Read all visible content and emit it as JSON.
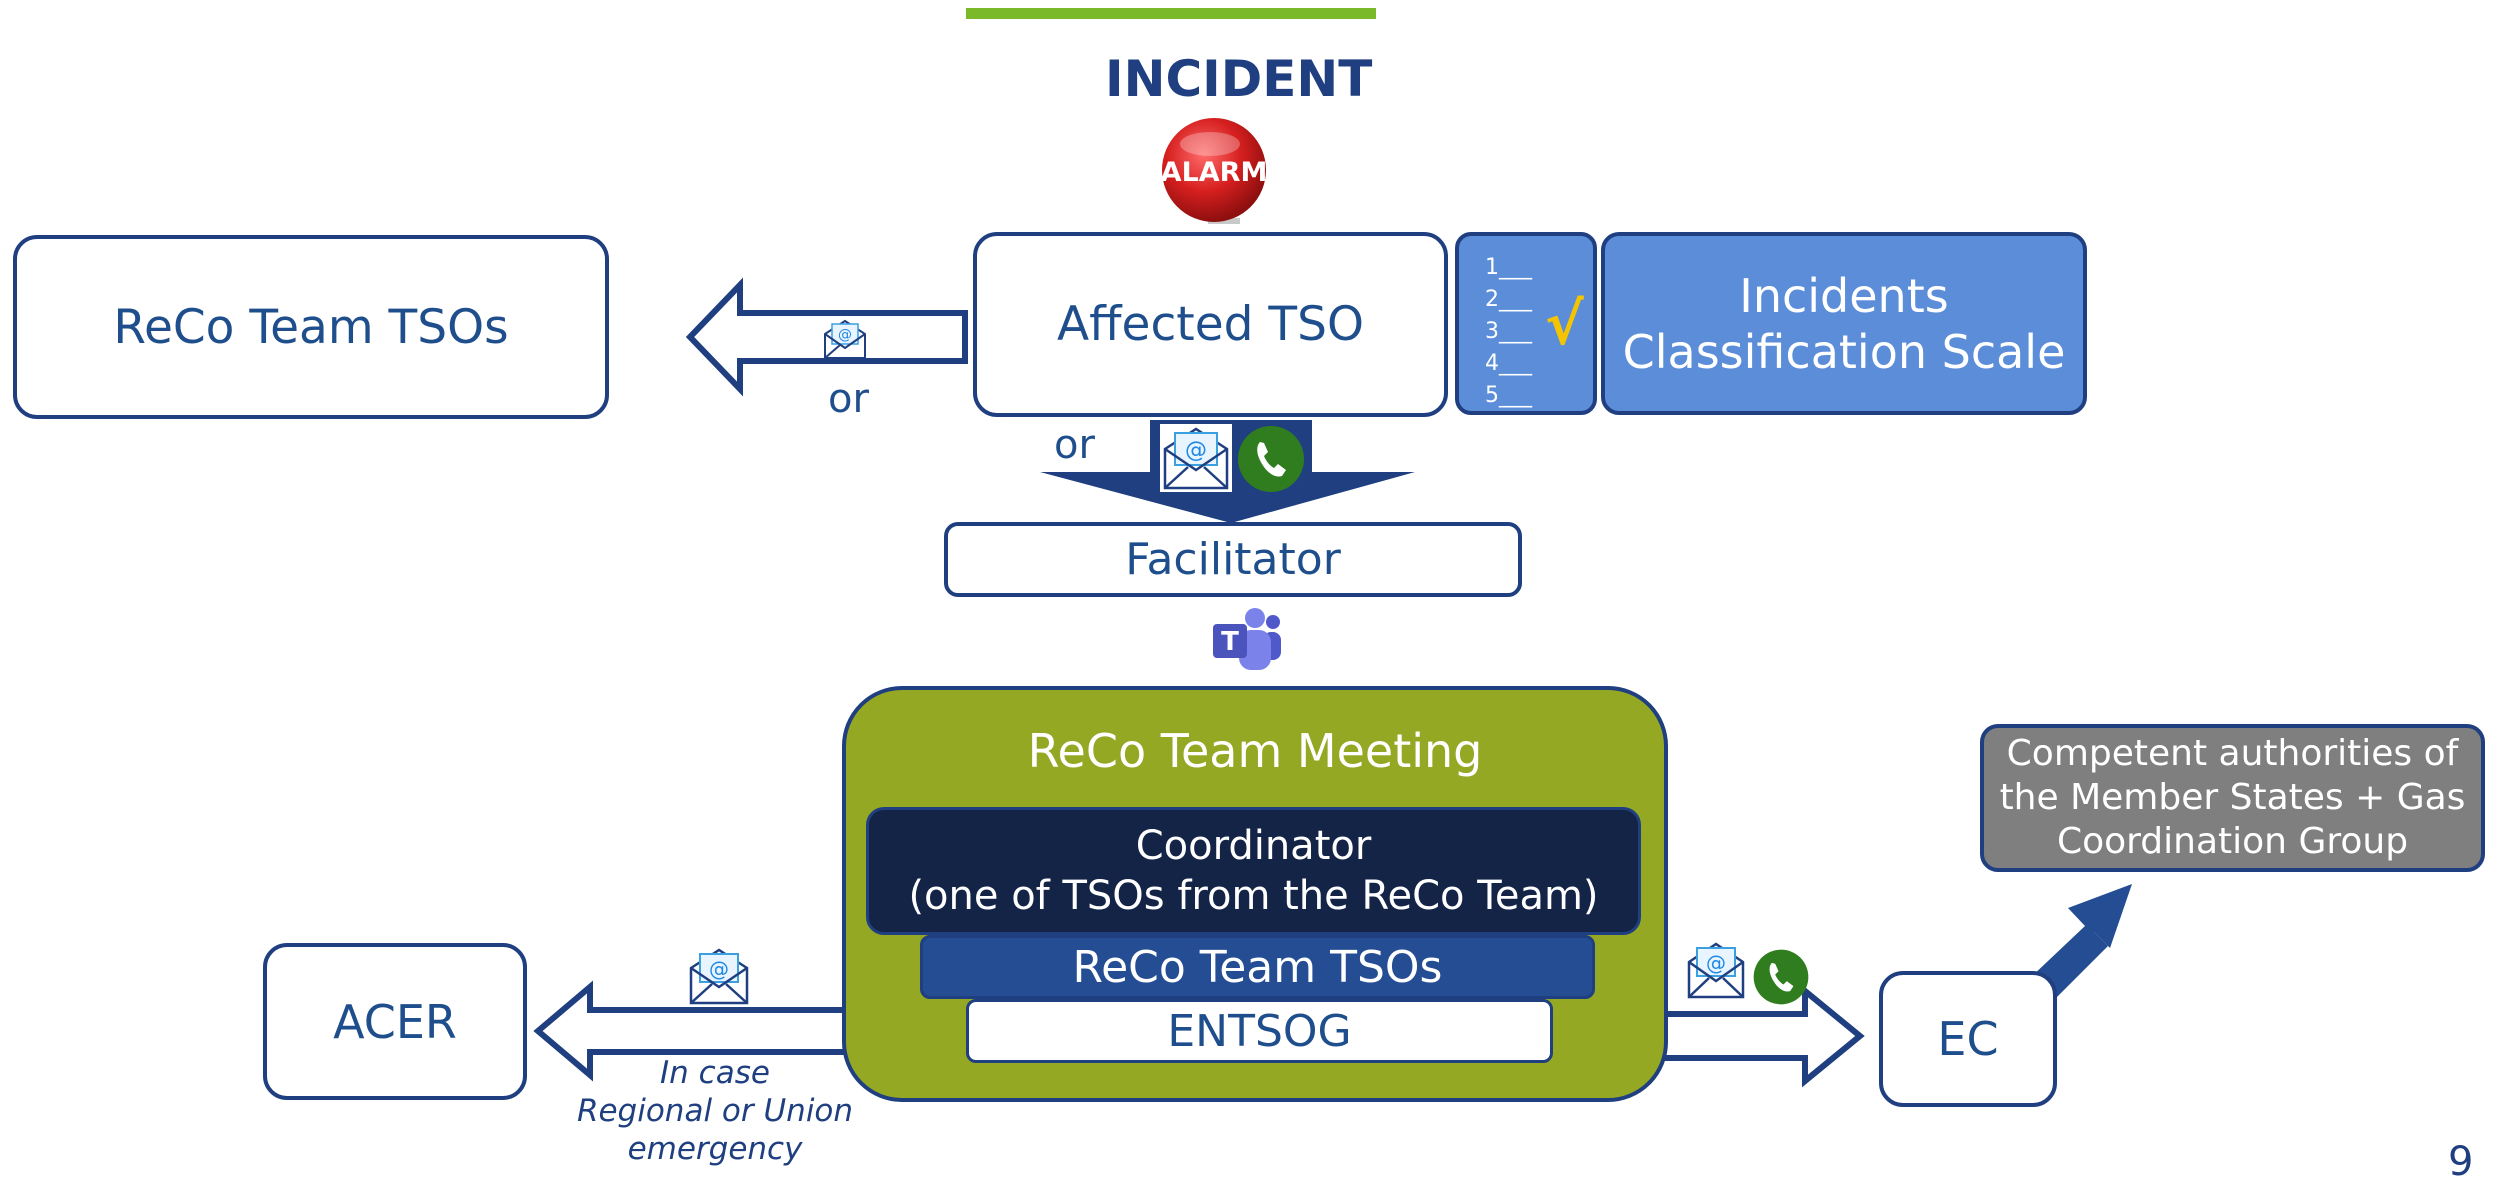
{
  "title": "INCIDENT",
  "alarm": {
    "text": "ALARM",
    "icon": "alarm-button-icon"
  },
  "boxes": {
    "reco_team_tsos_top": "ReCo Team TSOs",
    "affected_tso": "Affected TSO",
    "facilitator": "Facilitator",
    "acer": "ACER",
    "ec": "EC"
  },
  "classification": {
    "title_line1": "Incidents",
    "title_line2": "Classification Scale",
    "list_items": [
      "1___",
      "2___",
      "3___",
      "4___",
      "5___"
    ],
    "check": "√"
  },
  "or_labels": {
    "left_arrow": "or",
    "down_arrow": "or"
  },
  "meeting": {
    "title": "ReCo Team Meeting",
    "coordinator_line1": "Coordinator",
    "coordinator_line2": "(one of TSOs from the ReCo Team)",
    "tsos": "ReCo Team TSOs",
    "entsog": "ENTSOG"
  },
  "competent": {
    "line1": "Competent authorities of",
    "line2": "the Member States + Gas",
    "line3": "Coordination Group"
  },
  "acer_note": {
    "line1": "In case",
    "line2": "Regional or Union",
    "line3": "emergency"
  },
  "page_number": "9",
  "colors": {
    "dark_blue": "#1f3f80",
    "text_blue": "#1f4e8c",
    "accent_green_bar": "#7ab929",
    "olive_meeting": "#94a824",
    "navy_coordinator": "#142447",
    "mid_blue": "#254d93",
    "scale_blue": "#5b8dd9",
    "grey_box": "#7f7f7f",
    "alarm_red": "#d61f1f",
    "phone_green": "#2f7d1f",
    "teams_purple": "#5b5fc7"
  },
  "icons": [
    "email-icon",
    "phone-icon",
    "teams-icon",
    "checklist-icon",
    "alarm-button-icon"
  ]
}
